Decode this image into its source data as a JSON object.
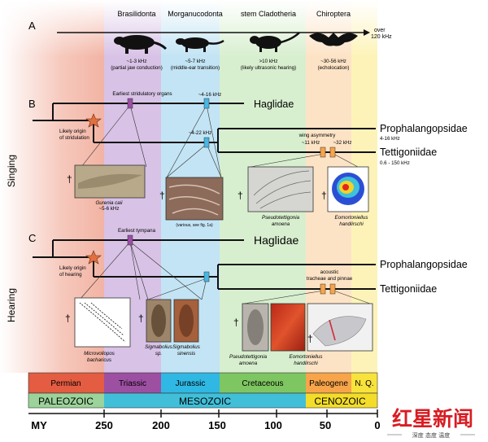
{
  "panels": {
    "a": "A",
    "b": "B",
    "c": "C"
  },
  "row_labels": {
    "singing": "Singing",
    "hearing": "Hearing"
  },
  "panel_a": {
    "taxa": [
      {
        "name": "Brasilidonta",
        "freq": "~1-3 kHz",
        "note": "(partial jaw conduction)",
        "icon": "cynodont-silhouette"
      },
      {
        "name": "Morganucodonta",
        "freq": "~5-7 kHz",
        "note": "(middle-ear transition)",
        "icon": "morganucodon-silhouette"
      },
      {
        "name": "stem Cladotheria",
        "freq": ">10 kHz",
        "note": "(likely ultrasonic hearing)",
        "icon": "mammal-silhouette"
      },
      {
        "name": "Chiroptera",
        "freq": "~30-56 kHz",
        "note": "(echolocation)",
        "icon": "bat-silhouette"
      }
    ],
    "arrow_label_1": "over",
    "arrow_label_2": "120 kHz"
  },
  "panel_b": {
    "origin_1": "Likely origin",
    "origin_2": "of stridulation",
    "earliest": "Earliest stridulatory organs",
    "haglidae_freq": "~4-16 kHz",
    "node_freq": "~4-22 kHz",
    "wing": "wing asymmetry",
    "wing_f1": "~11 kHz",
    "wing_f2": "~32 kHz",
    "clades": [
      "Haglidae",
      "Prophalangopsidae",
      "Tettigoniidae"
    ],
    "proph_freq": "4-16 kHz",
    "tett_freq": "0.6 - 150 kHz",
    "fossils": [
      {
        "name": "Gurenia caii",
        "sub": "~5-6 kHz"
      },
      {
        "name": "(various, see fig. 1a)",
        "sub": ""
      },
      {
        "name": "Pseudotettigonia",
        "sub": "amoena"
      },
      {
        "name": "Eomortoniellus",
        "sub": "handlirschi"
      }
    ],
    "dagger": "†"
  },
  "panel_c": {
    "origin_1": "Likely origin",
    "origin_2": "of hearing",
    "earliest": "Earliest tympana",
    "acoustic_1": "acoustic",
    "acoustic_2": "tracheae and pinnae",
    "clades": [
      "Haglidae",
      "Prophalangopsidae",
      "Tettigoniidae"
    ],
    "fossils": [
      {
        "name": "Microvollopos",
        "sub": "bacharicus"
      },
      {
        "name": "Sigmabolius",
        "sub": "sp."
      },
      {
        "name": "Sigmabolius",
        "sub": "sinensis"
      },
      {
        "name": "Pseudotettigonia",
        "sub": "amoena"
      },
      {
        "name": "Eomortoniellus",
        "sub": "handlirschi"
      }
    ],
    "dagger": "†"
  },
  "timescale": {
    "periods": [
      {
        "name": "Permian",
        "color": "#e45c42"
      },
      {
        "name": "Triassic",
        "color": "#9d4fa2"
      },
      {
        "name": "Jurassic",
        "color": "#2fb8e4"
      },
      {
        "name": "Cretaceous",
        "color": "#7ec661"
      },
      {
        "name": "Paleogene",
        "color": "#f7a44a"
      },
      {
        "name": "N. Q.",
        "color": "#f8e33c"
      }
    ],
    "eras": [
      {
        "name": "PALEOZOIC",
        "color": "#9bd39a"
      },
      {
        "name": "MESOZOIC",
        "color": "#41bfd9"
      },
      {
        "name": "CENOZOIC",
        "color": "#f3dd2a"
      }
    ],
    "axis_title": "MY",
    "ticks": [
      "250",
      "200",
      "150",
      "100",
      "50",
      "0"
    ]
  },
  "watermark": {
    "main": "红星新闻",
    "sub": "深度 态度 温度"
  }
}
